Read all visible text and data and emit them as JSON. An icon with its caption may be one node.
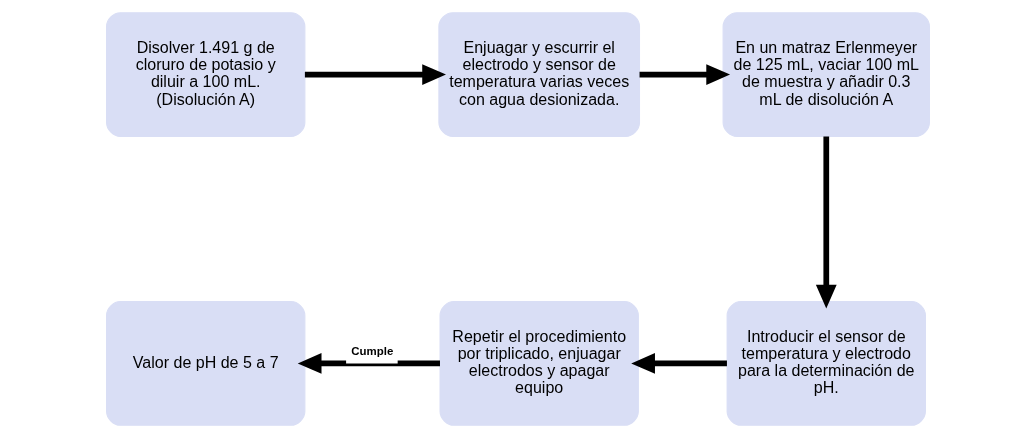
{
  "diagram": {
    "nodes": [
      {
        "text": [
          "Disolver 1.491 g de cloruro de potasio y diluir a 100 mL. (Disolución A)"
        ]
      },
      {
        "text": [
          "Enjuagar y escurrir el electrodo y sensor de temperatura varias veces con agua desionizada."
        ]
      },
      {
        "text": [
          "En un matraz Erlenmeyer de 125 mL, vaciar 100 mL de muestra y añadir 0.3 mL de disolución A"
        ]
      },
      {
        "text": [
          "Introducir el sensor de temperatura y electrodo para la determinación de pH."
        ]
      },
      {
        "text": [
          "Repetir el procedimiento por triplicado, enjuagar electrodos y apagar equipo"
        ]
      },
      {
        "text": [
          "Valor de pH de 5 a 7"
        ]
      }
    ],
    "edges": [
      {
        "from": 0,
        "to": 1,
        "arrow": "to"
      },
      {
        "from": 1,
        "to": 2,
        "arrow": "to"
      },
      {
        "from": 2,
        "to": 3,
        "arrow": "to"
      },
      {
        "from": 3,
        "to": 4,
        "arrow": "to"
      },
      {
        "from": 4,
        "to": 5,
        "arrow": "to",
        "label": "Cumple"
      }
    ]
  }
}
